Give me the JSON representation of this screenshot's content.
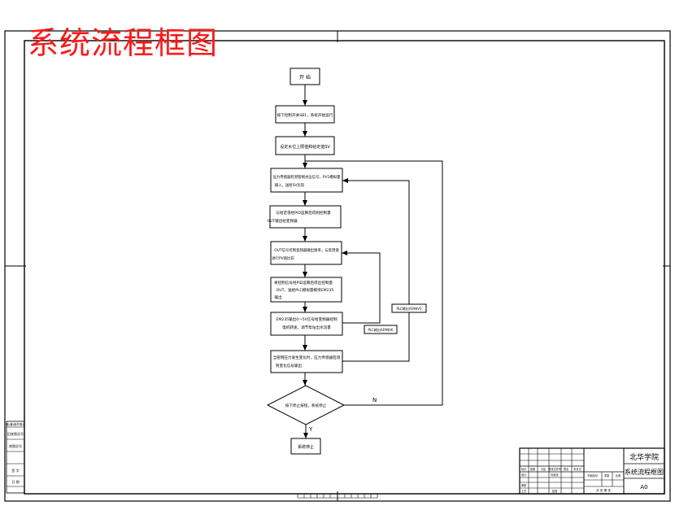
{
  "drawing_title": "系统流程框图",
  "flowchart": {
    "start": "开 始",
    "step1": "按下控制开关SB1，系统开始运行",
    "step2": "设定水位上限值和给定值SV",
    "step3": [
      "压力传感器检测管网水压信号，PV1模拟量",
      "输入，送给SV比较"
    ],
    "step4": [
      "与给定值经PID运算后得到控制量",
      "OUT输出给变频器"
    ],
    "step5": [
      "OUT信号控制变频器输出频率，与反馈值",
      "进行PV值比较"
    ],
    "step6": [
      "将控制信号经PID运算后得出控制量",
      "OUT，送给PLC模拟量模块EM235",
      "输出"
    ],
    "step7": [
      "EM235输出0～5V信号给变频器控制",
      "电机转速，调节泵站出水流量"
    ],
    "step8": [
      "当管网压力发生变化时，压力传感器检测",
      "到变化信号输出"
    ],
    "decision": "按下停止按钮，系统停止",
    "end": "系统停止",
    "label_n": "N",
    "label_y": "Y",
    "loop_label_a": "PLC输出AFANV6",
    "loop_label_b": "PLC输出AFANV5"
  },
  "title_block": {
    "school": "北华学院",
    "drawing_name": "系统流程框图",
    "paper_size": "A0",
    "header_labels": [
      "标记",
      "处数",
      "分区",
      "更改文件号",
      "签名",
      "年月日"
    ],
    "role_labels": [
      "设计",
      "审核",
      "工艺",
      "标准化",
      "批准"
    ],
    "stage_label": "阶段标记",
    "weight_label": "重量",
    "scale_label": "比例",
    "sheet_info": "共 张 第 张"
  },
  "left_strip": {
    "labels": [
      "借(通)用件登记",
      "旧底图总号",
      "底图总号",
      "签 字",
      "日 期"
    ]
  }
}
